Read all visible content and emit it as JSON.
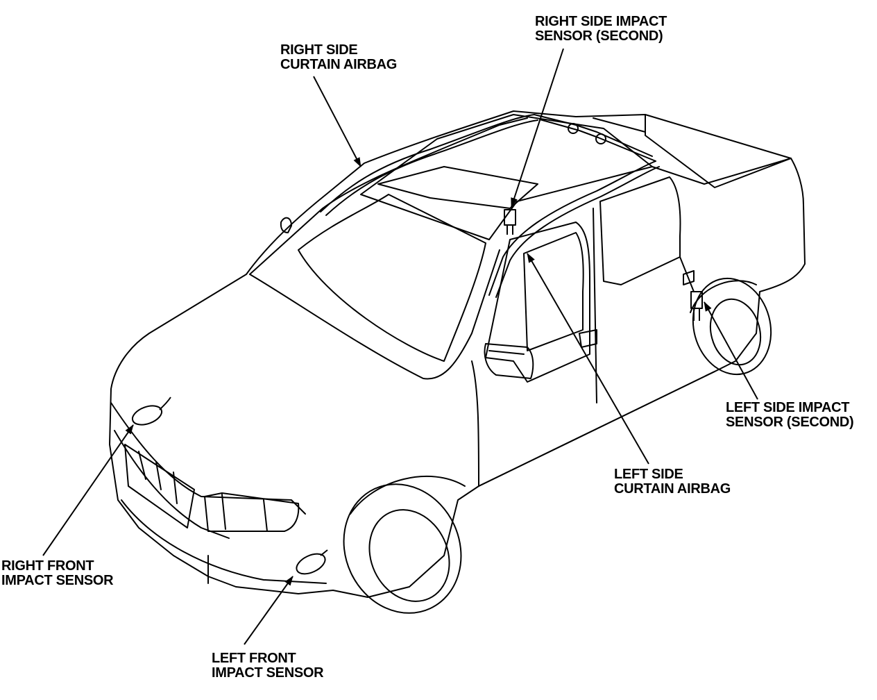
{
  "labels": {
    "right_side_curtain_airbag": [
      "RIGHT SIDE",
      "CURTAIN AIRBAG"
    ],
    "right_side_impact_sensor_second": [
      "RIGHT SIDE IMPACT",
      "SENSOR (SECOND)"
    ],
    "left_side_impact_sensor_second": [
      "LEFT SIDE IMPACT",
      "SENSOR (SECOND)"
    ],
    "left_side_curtain_airbag": [
      "LEFT SIDE",
      "CURTAIN AIRBAG"
    ],
    "right_front_impact_sensor": [
      "RIGHT FRONT",
      "IMPACT SENSOR"
    ],
    "left_front_impact_sensor": [
      "LEFT FRONT",
      "IMPACT SENSOR"
    ]
  },
  "colors": {
    "line": "#000000",
    "background": "#ffffff"
  }
}
